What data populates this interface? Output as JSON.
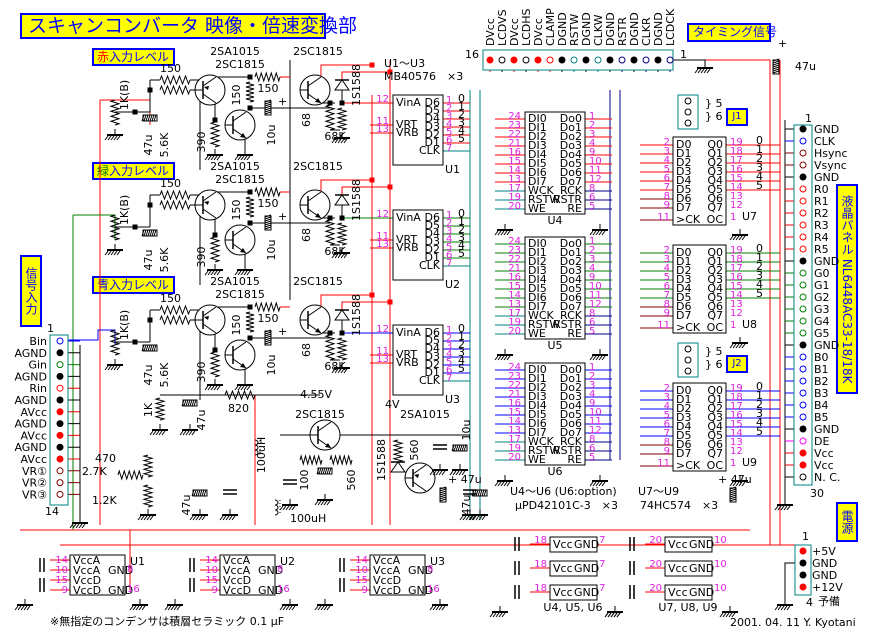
{
  "title": "スキャンコンバータ 映像・倍速変換部",
  "labels": {
    "red_level": {
      "prefix": "赤",
      "suffix": "入力レベル",
      "prefix_color": "#ff0000"
    },
    "green_level": {
      "prefix": "緑",
      "suffix": "入力レベル",
      "prefix_color": "#008000"
    },
    "blue_level": {
      "prefix": "青",
      "suffix": "入力レベル",
      "prefix_color": "#0000ff"
    },
    "signal_input": "信号入力",
    "timing_signal": "タイミング信号",
    "lcd_panel": "液晶パネル NL6448AC33-18/18K",
    "power": "電源",
    "j1": "J1",
    "j2": "J2"
  },
  "input_stage": {
    "transistor_pair": [
      "2SA1015",
      "2SC1815"
    ],
    "emitter_follower": "2SC1815",
    "pot": "1K(B)",
    "r_150_in": "150",
    "cap_47u": "47u",
    "r_5_6k": "5.6K",
    "r_390": "390",
    "r_150_v": "150",
    "r_150_h": "150",
    "cap_10u": "10u",
    "r_68": "68",
    "r_68k": "68K",
    "diode": "1S1588"
  },
  "bias_stage": {
    "r_1k": "1K",
    "cap_47u": "47u",
    "r_820": "820",
    "inductor_1": "100uH",
    "inductor_2": "100uH",
    "v_455": "4.55V",
    "v_4": "4V",
    "q1": "2SC1815",
    "q2": "2SA1015",
    "r_100": "100",
    "r_560a": "560",
    "r_560b": "560",
    "cap_10u": "10u",
    "cap_47u_b": "47u",
    "diode": "1S1588",
    "vr_r1": "470",
    "vr_r2": "2.7K",
    "vr_r3": "1.2K"
  },
  "adc": {
    "range": "U1～U3",
    "part": "MB40576　×3",
    "pins_left": [
      {
        "n": "12",
        "l": "VinA"
      },
      {
        "n": "11",
        "l": "VRT"
      },
      {
        "n": "13",
        "l": "VRB"
      }
    ],
    "pins_right": [
      {
        "n": "1",
        "l": "D6"
      },
      {
        "n": "2",
        "l": "D5"
      },
      {
        "n": "3",
        "l": "D4"
      },
      {
        "n": "4",
        "l": "D3"
      },
      {
        "n": "5",
        "l": "D2"
      },
      {
        "n": "6",
        "l": "D1"
      },
      {
        "n": "7",
        "l": "CLK"
      }
    ],
    "bits": [
      "0",
      "1",
      "2",
      "3",
      "4",
      "5"
    ],
    "names": [
      "U1",
      "U2",
      "U3"
    ]
  },
  "fifo": {
    "range": "U4～U6 (U6:option)",
    "part": "μPD42101C-3　×3",
    "pins_left": [
      {
        "n": "24",
        "l": "DI0"
      },
      {
        "n": "23",
        "l": "DI1"
      },
      {
        "n": "22",
        "l": "DI2"
      },
      {
        "n": "21",
        "l": "DI3"
      },
      {
        "n": "16",
        "l": "DI4"
      },
      {
        "n": "15",
        "l": "DI5"
      },
      {
        "n": "14",
        "l": "DI6"
      },
      {
        "n": "13",
        "l": "DI7"
      },
      {
        "n": "17",
        "l": "WCK"
      },
      {
        "n": "19",
        "l": "RSTW"
      },
      {
        "n": "20",
        "l": "WE"
      }
    ],
    "pins_right": [
      {
        "n": "1",
        "l": "Do0"
      },
      {
        "n": "2",
        "l": "Do1"
      },
      {
        "n": "3",
        "l": "Do2"
      },
      {
        "n": "4",
        "l": "Do3"
      },
      {
        "n": "9",
        "l": "Do4"
      },
      {
        "n": "10",
        "l": "Do5"
      },
      {
        "n": "11",
        "l": "Do6"
      },
      {
        "n": "12",
        "l": "Do7"
      },
      {
        "n": "8",
        "l": "RCK"
      },
      {
        "n": "6",
        "l": "RSTR"
      },
      {
        "n": "5",
        "l": "RE"
      }
    ],
    "names": [
      "U4",
      "U5",
      "U6"
    ],
    "u4_bits_in": [
      "1",
      "2",
      "3",
      "4",
      "5",
      "0",
      "1",
      "2"
    ],
    "u5_bits_in": [
      "3",
      "4",
      "5",
      "1",
      "2",
      "3",
      "4",
      "5"
    ],
    "u6_bits_in": [
      "0",
      "0"
    ]
  },
  "latch": {
    "range": "U7～U9",
    "part": "74HC574　×3",
    "pins_left": [
      {
        "n": "2",
        "l": "D0"
      },
      {
        "n": "3",
        "l": "D1"
      },
      {
        "n": "4",
        "l": "D2"
      },
      {
        "n": "5",
        "l": "D3"
      },
      {
        "n": "6",
        "l": "D4"
      },
      {
        "n": "7",
        "l": "D5"
      },
      {
        "n": "8",
        "l": "D6"
      },
      {
        "n": "9",
        "l": "D7"
      },
      {
        "n": "11",
        "l": "CK"
      }
    ],
    "pins_right": [
      {
        "n": "19",
        "l": "Q0"
      },
      {
        "n": "18",
        "l": "Q1"
      },
      {
        "n": "17",
        "l": "Q2"
      },
      {
        "n": "16",
        "l": "Q3"
      },
      {
        "n": "15",
        "l": "Q4"
      },
      {
        "n": "14",
        "l": "Q5"
      },
      {
        "n": "13",
        "l": "Q6"
      },
      {
        "n": "12",
        "l": "Q7"
      },
      {
        "n": "1",
        "l": "OC"
      }
    ],
    "names": [
      "U7",
      "U8",
      "U9"
    ],
    "jumper_marks": [
      "5",
      "6"
    ]
  },
  "timing_connector": {
    "first": "16",
    "last": "1",
    "pins": [
      {
        "l": "DVcc",
        "c": "#ff0000",
        "fill": true
      },
      {
        "l": "LCDVS",
        "c": "#000000",
        "fill": false
      },
      {
        "l": "DVcc",
        "c": "#ff0000",
        "fill": true
      },
      {
        "l": "LCDHS",
        "c": "#000000",
        "fill": false
      },
      {
        "l": "DVcc",
        "c": "#ff0000",
        "fill": true
      },
      {
        "l": "CLAMP",
        "c": "#ff0000",
        "fill": false
      },
      {
        "l": "DGND",
        "c": "#000000",
        "fill": true
      },
      {
        "l": "RSTW",
        "c": "#008080",
        "fill": false
      },
      {
        "l": "DGND",
        "c": "#000000",
        "fill": true
      },
      {
        "l": "CLKW",
        "c": "#008080",
        "fill": false
      },
      {
        "l": "DGND",
        "c": "#000000",
        "fill": true
      },
      {
        "l": "RSTR",
        "c": "#000080",
        "fill": false
      },
      {
        "l": "DGND",
        "c": "#000000",
        "fill": true
      },
      {
        "l": "CLKR",
        "c": "#000080",
        "fill": false
      },
      {
        "l": "DGND",
        "c": "#000000",
        "fill": true
      },
      {
        "l": "LCDCK",
        "c": "#000080",
        "fill": false
      }
    ],
    "cap": "47u"
  },
  "input_connector": {
    "first": "1",
    "last": "14",
    "pins": [
      {
        "l": "Bin",
        "c": "#0000ff",
        "fill": false
      },
      {
        "l": "AGND",
        "c": "#000000",
        "fill": true
      },
      {
        "l": "Gin",
        "c": "#008000",
        "fill": false
      },
      {
        "l": "AGND",
        "c": "#000000",
        "fill": true
      },
      {
        "l": "Rin",
        "c": "#ff0000",
        "fill": false
      },
      {
        "l": "AGND",
        "c": "#000000",
        "fill": true
      },
      {
        "l": "AVcc",
        "c": "#ff0000",
        "fill": true
      },
      {
        "l": "AGND",
        "c": "#000000",
        "fill": true
      },
      {
        "l": "AVcc",
        "c": "#ff0000",
        "fill": true
      },
      {
        "l": "AGND",
        "c": "#000000",
        "fill": true
      },
      {
        "l": "AVcc",
        "c": "#ff0000",
        "fill": true
      },
      {
        "l": "VR①",
        "c": "#800000",
        "fill": false
      },
      {
        "l": "VR②",
        "c": "#800000",
        "fill": false
      },
      {
        "l": "VR③",
        "c": "#800000",
        "fill": false
      }
    ]
  },
  "lcd_connector": {
    "first": "1",
    "last": "30",
    "pins": [
      {
        "l": "GND",
        "c": "#000000",
        "fill": true
      },
      {
        "l": "CLK",
        "c": "#0000ff",
        "fill": false
      },
      {
        "l": "Hsync",
        "c": "#800000",
        "fill": false
      },
      {
        "l": "Vsync",
        "c": "#800000",
        "fill": false
      },
      {
        "l": "GND",
        "c": "#000000",
        "fill": true
      },
      {
        "l": "R0",
        "c": "#ff0000",
        "fill": false
      },
      {
        "l": "R1",
        "c": "#ff0000",
        "fill": false
      },
      {
        "l": "R2",
        "c": "#ff0000",
        "fill": false
      },
      {
        "l": "R3",
        "c": "#ff0000",
        "fill": false
      },
      {
        "l": "R4",
        "c": "#ff0000",
        "fill": false
      },
      {
        "l": "R5",
        "c": "#ff0000",
        "fill": false
      },
      {
        "l": "GND",
        "c": "#000000",
        "fill": true
      },
      {
        "l": "G0",
        "c": "#008000",
        "fill": false
      },
      {
        "l": "G1",
        "c": "#008000",
        "fill": false
      },
      {
        "l": "G2",
        "c": "#008000",
        "fill": false
      },
      {
        "l": "G3",
        "c": "#008000",
        "fill": false
      },
      {
        "l": "G4",
        "c": "#008000",
        "fill": false
      },
      {
        "l": "G5",
        "c": "#008000",
        "fill": false
      },
      {
        "l": "GND",
        "c": "#000000",
        "fill": true
      },
      {
        "l": "B0",
        "c": "#0000ff",
        "fill": false
      },
      {
        "l": "B1",
        "c": "#0000ff",
        "fill": false
      },
      {
        "l": "B2",
        "c": "#0000ff",
        "fill": false
      },
      {
        "l": "B3",
        "c": "#0000ff",
        "fill": false
      },
      {
        "l": "B4",
        "c": "#0000ff",
        "fill": false
      },
      {
        "l": "B5",
        "c": "#0000ff",
        "fill": false
      },
      {
        "l": "GND",
        "c": "#000000",
        "fill": true
      },
      {
        "l": "DE",
        "c": "#ff00ff",
        "fill": false
      },
      {
        "l": "Vcc",
        "c": "#ff0000",
        "fill": true
      },
      {
        "l": "Vcc",
        "c": "#ff0000",
        "fill": true
      },
      {
        "l": "N. C.",
        "c": "#000000",
        "fill": false
      }
    ]
  },
  "power_connector": {
    "first": "1",
    "last": "4",
    "pins": [
      {
        "l": "+5V",
        "c": "#ff0000",
        "fill": true
      },
      {
        "l": "GND",
        "c": "#000000",
        "fill": true
      },
      {
        "l": "GND",
        "c": "#000000",
        "fill": true
      },
      {
        "l": "+12V",
        "c": "#ff0000",
        "fill": true
      }
    ],
    "reserve": "予備"
  },
  "decoupling": {
    "adc": [
      {
        "name": "U1"
      },
      {
        "name": "U2"
      },
      {
        "name": "U3"
      }
    ],
    "adc_pins": [
      {
        "n": "14",
        "l": "VccA"
      },
      {
        "n": "10",
        "l": "VccA",
        "g": "GND",
        "gn": "8"
      },
      {
        "n": "15",
        "l": "VccD"
      },
      {
        "n": "9",
        "l": "VccD",
        "g": "GND",
        "gn": "16"
      }
    ],
    "fifo_group": "U4, U5, U6",
    "fifo_vcc_pin": "18",
    "fifo_gnd_pin": "7",
    "latch_group": "U7, U8, U9",
    "latch_vcc_pin": "20",
    "latch_gnd_pin": "10",
    "vcc_label": "Vcc",
    "gnd_label": "GND",
    "cap_47u_a": "47u",
    "cap_47u_b": "47u"
  },
  "footer": {
    "note": "※無指定のコンデンサは積層セラミック 0.1 μF",
    "signature": "2001. 04. 11 Y. Kyotani"
  },
  "colors": {
    "red": "#ff0000",
    "green": "#008000",
    "blue": "#0000ff",
    "teal": "#008080",
    "navy": "#000080",
    "maroon": "#800000",
    "pin": "#e020e0",
    "label_bg": "#ffff00",
    "label_border": "#0000ff"
  }
}
